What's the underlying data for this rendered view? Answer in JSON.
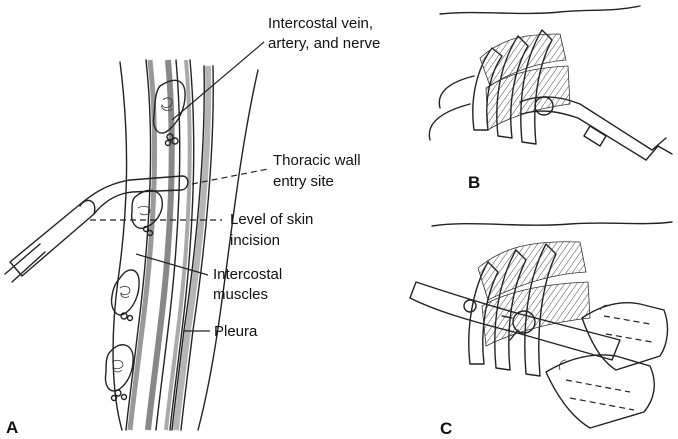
{
  "panels": {
    "a": "A",
    "b": "B",
    "c": "C"
  },
  "labels": {
    "intercostal_bundle_line1": "Intercostal vein,",
    "intercostal_bundle_line2": "artery, and nerve",
    "entry_site_line1": "Thoracic wall",
    "entry_site_line2": "entry site",
    "skin_incision_line1": "Level of skin",
    "skin_incision_line2": "incision",
    "muscles_line1": "Intercostal",
    "muscles_line2": "muscles",
    "pleura": "Pleura"
  }
}
